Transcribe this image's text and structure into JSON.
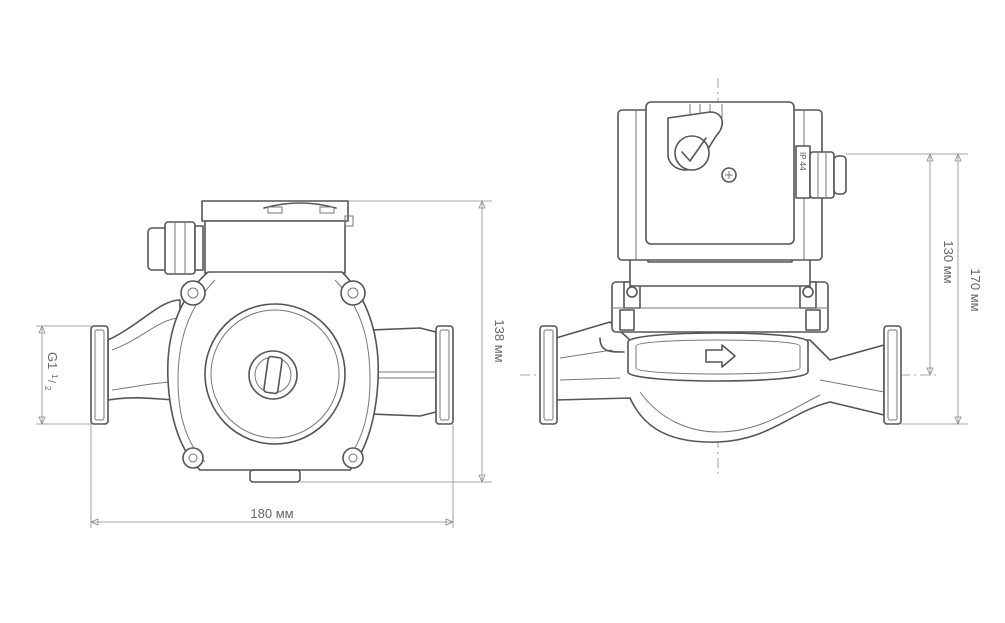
{
  "dimensions": {
    "width_front": "180 мм",
    "height_front": "138 мм",
    "thread_main": "G1",
    "thread_frac_num": "1",
    "thread_frac_den": "2",
    "height_side_inner": "130 мм",
    "height_side_outer": "170 мм"
  },
  "markings": {
    "ip_rating": "IP 44"
  },
  "colors": {
    "line": "#555555",
    "dimension": "#8a8a8a",
    "background": "#ffffff"
  }
}
